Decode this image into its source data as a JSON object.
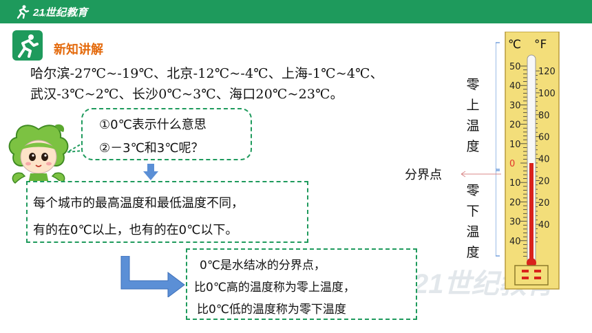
{
  "header": {
    "logo_text": "21世纪教育",
    "logo_url": "WWW.21CNJY.COM"
  },
  "section": {
    "title": "新知讲解"
  },
  "text": {
    "line1": "哈尔滨-27℃~-19℃、北京-12℃~-4℃、上海-1℃~4℃、",
    "line2": "武汉-3℃~2℃、长沙0℃~3℃、海口20℃~23℃。"
  },
  "bubble": {
    "q1": "①0℃表示什么意思",
    "q2": "②－3℃和3℃呢？"
  },
  "box1": {
    "t1": "每个城市的最高温度和最低温度不同，",
    "t2": "有的在0℃以上，也有的在0℃以下。"
  },
  "box2": {
    "t1": "0℃是水结冰的分界点，",
    "t2": "比0℃高的温度称为零上温度，",
    "t3": "比0℃低的温度称为零下温度"
  },
  "thermometer": {
    "unit_c": "℃",
    "unit_f": "°F",
    "c_ticks": [
      "50",
      "40",
      "30",
      "20",
      "10",
      "0",
      "10",
      "20",
      "30",
      "40"
    ],
    "f_ticks": [
      "120",
      "100",
      "80",
      "60",
      "40",
      "20",
      "20",
      "40"
    ],
    "above_label": [
      "零",
      "上",
      "温",
      "度"
    ],
    "below_label": [
      "零",
      "下",
      "温",
      "度"
    ],
    "divider_label": "分界点",
    "reading_celsius": 0
  },
  "watermark": "21世纪教育",
  "colors": {
    "brand_green": "#1e9a5c",
    "title_orange": "#e46a0c",
    "arrow_blue": "#5b8fd6",
    "mercury_red": "#d9221c",
    "zero_red": "#e0322b"
  }
}
